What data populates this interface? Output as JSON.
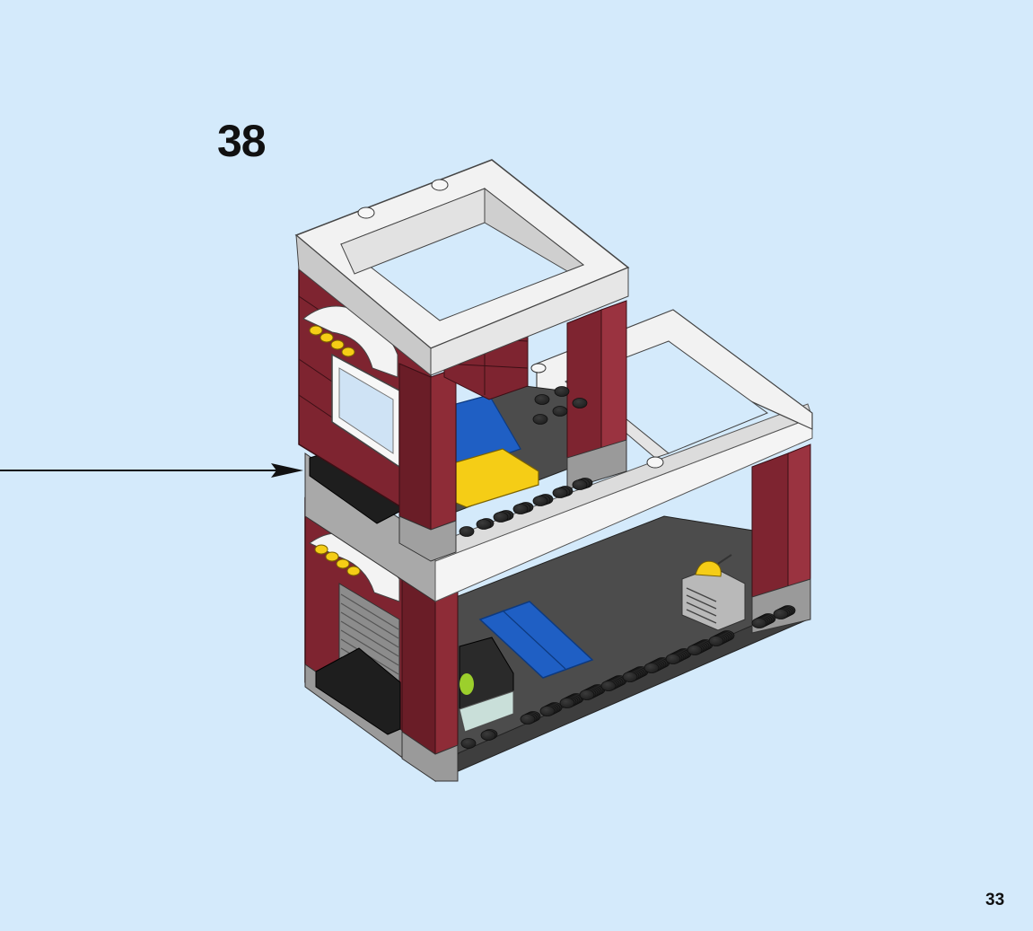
{
  "step": {
    "number": "38"
  },
  "page": {
    "number": "33",
    "background": "#d4eafb"
  },
  "illustration": {
    "subject": "lego-building-two-floors",
    "pointer": "arrow-left-pointing-right",
    "colors": {
      "dark_red": "#7e2430",
      "dark_red_shade": "#611a24",
      "white": "#f2f2f2",
      "light_gray": "#a5a5a5",
      "dark_gray_plate": "#4a4a4a",
      "stud_dark": "#2c2c2c",
      "blue": "#1f5fc4",
      "yellow": "#f5cd16",
      "black": "#1e1e1e",
      "lime": "#9ccf2c"
    }
  }
}
